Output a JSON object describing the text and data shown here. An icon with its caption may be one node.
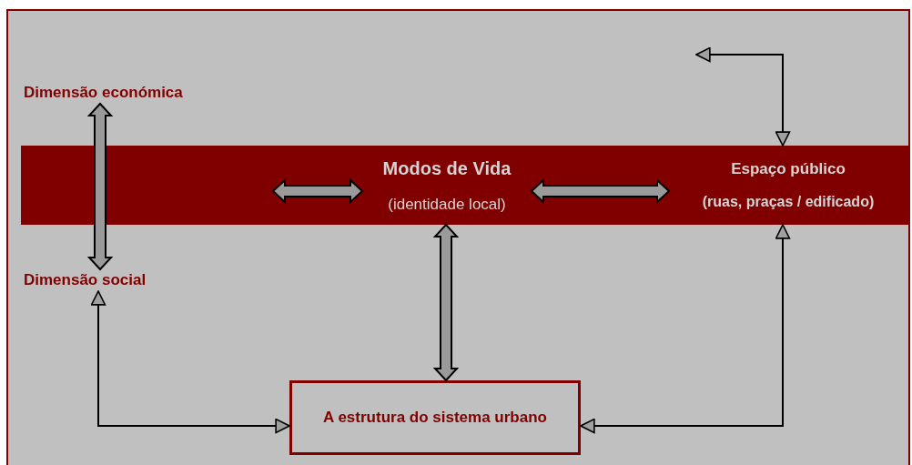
{
  "diagram": {
    "nodes": [
      {
        "text": [],
        "shape": "bar"
      },
      {
        "text": [
          "Modos de Vida",
          "(identidade local)"
        ],
        "in": 0
      },
      {
        "text": [
          "Espaço público",
          "(ruas, praças / edificado)"
        ],
        "in": 0
      },
      {
        "text": [
          "Dimensão económica"
        ]
      },
      {
        "text": [
          "Dimensão social"
        ]
      },
      {
        "text": [
          "A estrutura do sistema urbano"
        ]
      }
    ],
    "edges": [
      {
        "from": 3,
        "to": 4,
        "arrow": "both",
        "style": "thick"
      },
      {
        "from": null,
        "to": 1,
        "arrow": "both",
        "style": "thick"
      },
      {
        "from": 1,
        "to": 2,
        "arrow": "both",
        "style": "thick"
      },
      {
        "from": null,
        "to": 2,
        "arrow": "both"
      },
      {
        "from": 1,
        "to": 5,
        "arrow": "both",
        "style": "thick"
      },
      {
        "from": 4,
        "to": 5,
        "arrow": "both"
      },
      {
        "from": 5,
        "to": 2,
        "arrow": "both"
      }
    ]
  }
}
